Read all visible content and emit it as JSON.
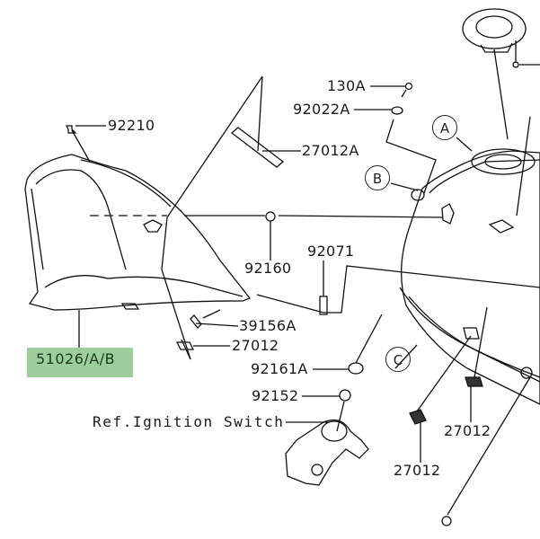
{
  "diagram": {
    "part_labels": [
      {
        "id": "p-130a",
        "text": "130A"
      },
      {
        "id": "p-92022a",
        "text": "92022A"
      },
      {
        "id": "p-92210",
        "text": "92210"
      },
      {
        "id": "p-27012a",
        "text": "27012A"
      },
      {
        "id": "p-92160",
        "text": "92160"
      },
      {
        "id": "p-92071",
        "text": "92071"
      },
      {
        "id": "p-39156a",
        "text": "39156A"
      },
      {
        "id": "p-27012-left",
        "text": "27012"
      },
      {
        "id": "p-92161a",
        "text": "92161A"
      },
      {
        "id": "p-92152",
        "text": "92152"
      },
      {
        "id": "p-27012-right",
        "text": "27012"
      },
      {
        "id": "p-27012-bottom",
        "text": "27012"
      }
    ],
    "highlighted_part": "51026/A/B",
    "reference_note": "Ref.Ignition Switch",
    "callouts": [
      "A",
      "B",
      "C"
    ],
    "highlight_color": "#9ccf9c"
  }
}
